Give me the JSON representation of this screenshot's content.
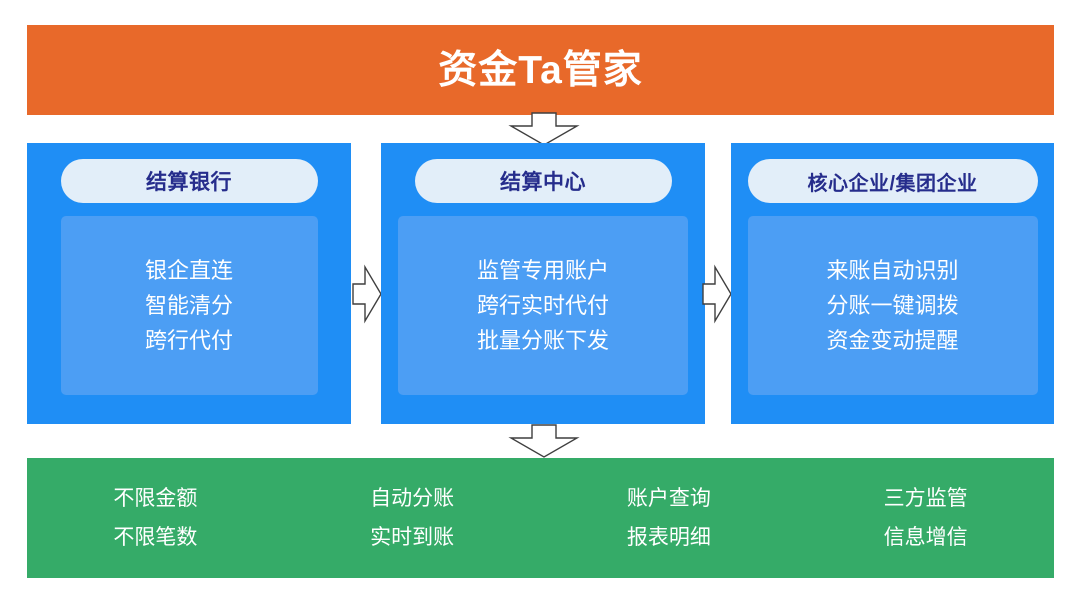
{
  "header": {
    "title": "资金Ta管家",
    "background_color": "#e8692a",
    "text_color": "#ffffff"
  },
  "arrows": [
    {
      "name": "arrow-down-from-header",
      "direction": "down"
    },
    {
      "name": "arrow-right-bank-to-center",
      "direction": "right"
    },
    {
      "name": "arrow-right-center-to-enterprise",
      "direction": "right"
    },
    {
      "name": "arrow-down-to-features",
      "direction": "down"
    }
  ],
  "pillars": [
    {
      "title": "结算银行",
      "items": [
        "银企直连",
        "智能清分",
        "跨行代付"
      ],
      "box_color": "#1f8ef5",
      "inner_color": "#4c9ef4",
      "title_color": "#262d8c"
    },
    {
      "title": "结算中心",
      "items": [
        "监管专用账户",
        "跨行实时代付",
        "批量分账下发"
      ],
      "box_color": "#1f8ef5",
      "inner_color": "#4c9ef4",
      "title_color": "#262d8c"
    },
    {
      "title": "核心企业/集团企业",
      "items": [
        "来账自动识别",
        "分账一键调拨",
        "资金变动提醒"
      ],
      "box_color": "#1f8ef5",
      "inner_color": "#4c9ef4",
      "title_color": "#262d8c"
    }
  ],
  "features": {
    "background_color": "#35ab68",
    "text_color": "#ffffff",
    "columns": [
      [
        "不限金额",
        "不限笔数"
      ],
      [
        "自动分账",
        "实时到账"
      ],
      [
        "账户查询",
        "报表明细"
      ],
      [
        "三方监管",
        "信息增信"
      ]
    ]
  }
}
